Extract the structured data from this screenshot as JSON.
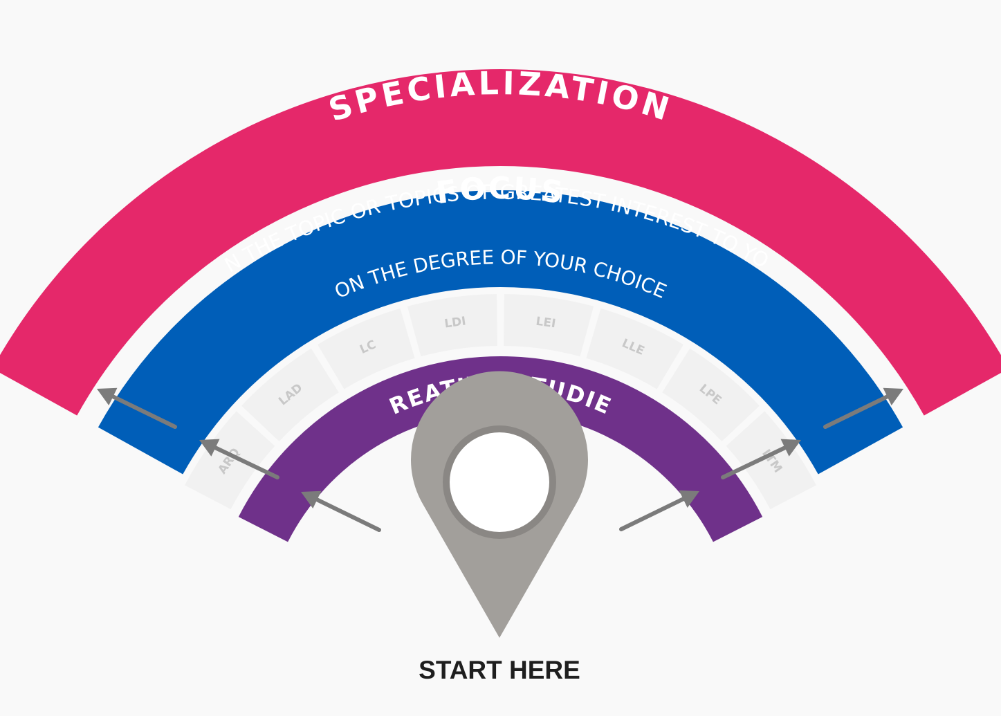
{
  "colors": {
    "background": "#f9f9f9",
    "specialization": "#e5286a",
    "focus": "#005eb8",
    "creative": "#6f318a",
    "segment": "#f1f1f1",
    "pin": "#a29f9b",
    "pin_ring": "#8a8784",
    "arrow": "#7b7b7b",
    "text_dark": "#1e1e1e"
  },
  "specialization": {
    "title": "SPECIALIZATION",
    "subtitle": "IN THE TOPIC OR TOPICS OF GREATEST INTEREST TO YOU"
  },
  "focus": {
    "title": "FOCUS",
    "subtitle": "ON THE DEGREE OF YOUR CHOICE"
  },
  "creative_studies": {
    "title": "CREATIVE STUDIES"
  },
  "degrees": [
    "ARQ",
    "LAD",
    "LC",
    "LDI",
    "LEI",
    "LLE",
    "LPE",
    "LTM"
  ],
  "start": {
    "label": "START HERE",
    "icon": "map-pin-icon"
  },
  "arrows": {
    "icon": "arrow-icon",
    "count": 6
  }
}
